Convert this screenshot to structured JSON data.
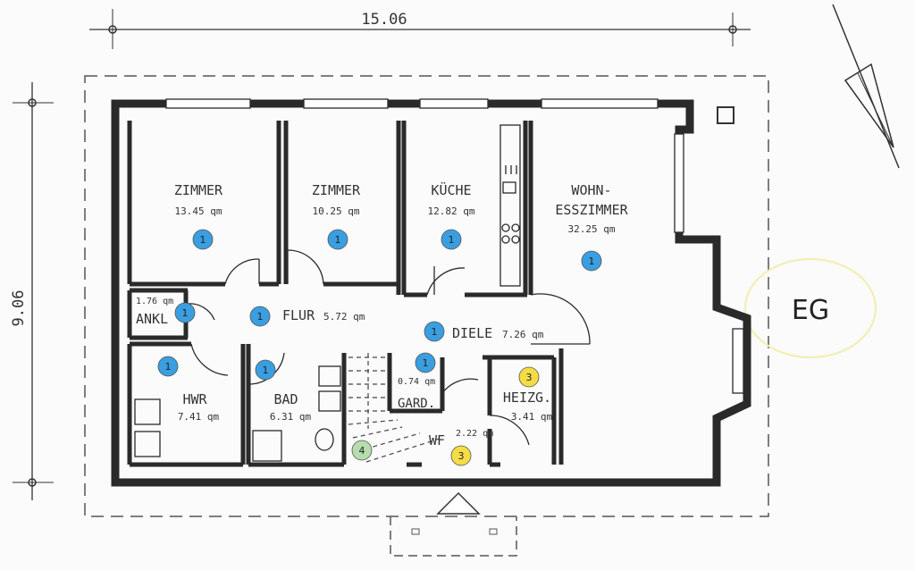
{
  "plan": {
    "floor_label": "EG",
    "dim_width": "15.06",
    "dim_height": "9.06",
    "colors": {
      "wall": "#2a2a2a",
      "blue": "#3a9ee0",
      "yellow": "#f3dc45",
      "green": "#b7dcae",
      "eg_circle": "#f5f2b8"
    }
  },
  "rooms": [
    {
      "id": "zimmer1",
      "name": "ZIMMER",
      "area": "13.45 qm",
      "badge": "1",
      "badge_color": "blue"
    },
    {
      "id": "zimmer2",
      "name": "ZIMMER",
      "area": "10.25 qm",
      "badge": "1",
      "badge_color": "blue"
    },
    {
      "id": "kueche",
      "name": "KÜCHE",
      "area": "12.82 qm",
      "badge": "1",
      "badge_color": "blue"
    },
    {
      "id": "wohn",
      "name": "WOHN-",
      "name2": "ESSZIMMER",
      "area": "32.25 qm",
      "badge": "1",
      "badge_color": "blue"
    },
    {
      "id": "ankl",
      "name": "ANKL",
      "area": "1.76 qm",
      "badge": "1",
      "badge_color": "blue"
    },
    {
      "id": "flur",
      "name": "FLUR",
      "area": "5.72 qm",
      "badge": "1",
      "badge_color": "blue"
    },
    {
      "id": "diele",
      "name": "DIELE",
      "area": "7.26 qm",
      "badge": "1",
      "badge_color": "blue"
    },
    {
      "id": "hwr",
      "name": "HWR",
      "area": "7.41 qm",
      "badge": "1",
      "badge_color": "blue"
    },
    {
      "id": "bad",
      "name": "BAD",
      "area": "6.31 qm",
      "badge": "1",
      "badge_color": "blue"
    },
    {
      "id": "gard",
      "name": "GARD.",
      "area": "0.74 qm",
      "badge": "1",
      "badge_color": "blue"
    },
    {
      "id": "heizg",
      "name": "HEIZG.",
      "area": "3.41 qm",
      "badge": "3",
      "badge_color": "yellow"
    },
    {
      "id": "wf",
      "name": "WF",
      "area": "2.22 qm",
      "badge": "3",
      "badge_color": "yellow"
    }
  ],
  "stair_badge": "4"
}
